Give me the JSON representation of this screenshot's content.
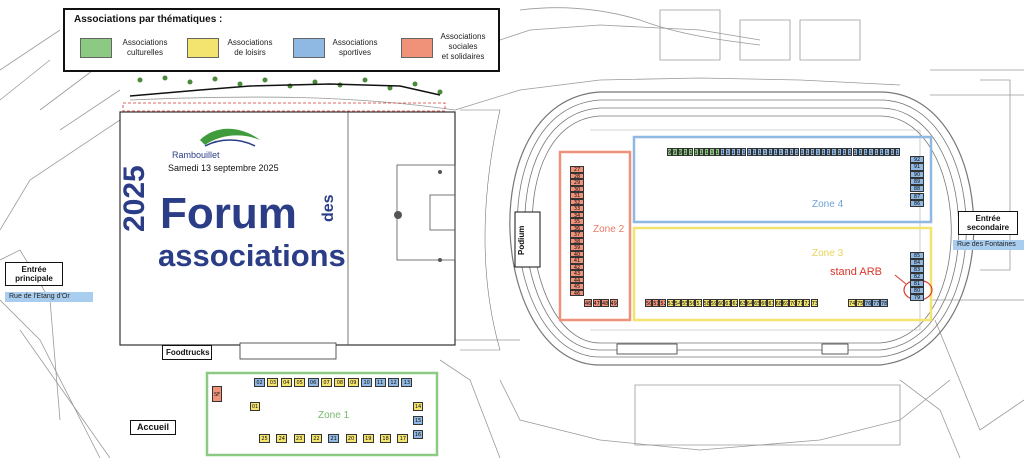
{
  "legend": {
    "title": "Associations par thématiques :",
    "categories": [
      {
        "label_line1": "Associations",
        "label_line2": "culturelles",
        "label_line3": "",
        "color": "#8cc982"
      },
      {
        "label_line1": "Associations",
        "label_line2": "de loisirs",
        "label_line3": "",
        "color": "#f3e36f"
      },
      {
        "label_line1": "Associations",
        "label_line2": "sportives",
        "label_line3": "",
        "color": "#8fb8e3"
      },
      {
        "label_line1": "Associations",
        "label_line2": "sociales",
        "label_line3": "et solidaires",
        "color": "#f0917a"
      }
    ]
  },
  "event": {
    "town": "Rambouillet",
    "date": "Samedi 13 septembre 2025",
    "year": "2025",
    "title_main": "Forum",
    "title_small": "des",
    "title_sub": "associations"
  },
  "labels": {
    "entree_principale_1": "Entrée",
    "entree_principale_2": "principale",
    "entree_secondaire_1": "Entrée",
    "entree_secondaire_2": "secondaire",
    "foodtrucks": "Foodtrucks",
    "accueil": "Accueil",
    "podium": "Podium",
    "stand_arb": "stand ARB",
    "street_left": "Rue de l'Etang d'Or",
    "street_right": "Rue des Fontaines"
  },
  "zones": [
    {
      "name": "Zone 1",
      "color": "#8cc982"
    },
    {
      "name": "Zone 2",
      "color": "#f0917a"
    },
    {
      "name": "Zone 3",
      "color": "#f3e36f"
    },
    {
      "name": "Zone 4",
      "color": "#8fb8e3"
    }
  ],
  "stands": {
    "zone1_top": [
      {
        "n": "02",
        "c": "b"
      },
      {
        "n": "03",
        "c": "y"
      },
      {
        "n": "04",
        "c": "y"
      },
      {
        "n": "05",
        "c": "y"
      },
      {
        "n": "06",
        "c": "b"
      },
      {
        "n": "07",
        "c": "y"
      },
      {
        "n": "08",
        "c": "y"
      },
      {
        "n": "09",
        "c": "y"
      },
      {
        "n": "10",
        "c": "b"
      },
      {
        "n": "11",
        "c": "b"
      },
      {
        "n": "12",
        "c": "b"
      },
      {
        "n": "13",
        "c": "b"
      }
    ],
    "zone1_bottom": [
      {
        "n": "25",
        "c": "y"
      },
      {
        "n": "24",
        "c": "y"
      },
      {
        "n": "23",
        "c": "y"
      },
      {
        "n": "22",
        "c": "y"
      },
      {
        "n": "21",
        "c": "b"
      },
      {
        "n": "20",
        "c": "y"
      },
      {
        "n": "19",
        "c": "y"
      },
      {
        "n": "18",
        "c": "y"
      },
      {
        "n": "17",
        "c": "y"
      }
    ],
    "zone1_extra": [
      {
        "n": "SF",
        "c": "r"
      },
      {
        "n": "01",
        "c": "y"
      },
      {
        "n": "14",
        "c": "y"
      },
      {
        "n": "15",
        "c": "b"
      },
      {
        "n": "16",
        "c": "b"
      }
    ],
    "zone2_col": [
      {
        "n": "27",
        "c": "r"
      },
      {
        "n": "28",
        "c": "r"
      },
      {
        "n": "29",
        "c": "r"
      },
      {
        "n": "30",
        "c": "r"
      },
      {
        "n": "31",
        "c": "r"
      },
      {
        "n": "32",
        "c": "r"
      },
      {
        "n": "33",
        "c": "r"
      },
      {
        "n": "34",
        "c": "r"
      },
      {
        "n": "35",
        "c": "r"
      },
      {
        "n": "36",
        "c": "r"
      },
      {
        "n": "37",
        "c": "r"
      },
      {
        "n": "38",
        "c": "r"
      },
      {
        "n": "39",
        "c": "r"
      },
      {
        "n": "40",
        "c": "r"
      },
      {
        "n": "41",
        "c": "r"
      },
      {
        "n": "42",
        "c": "r"
      },
      {
        "n": "43",
        "c": "r"
      },
      {
        "n": "44",
        "c": "r"
      },
      {
        "n": "45",
        "c": "r"
      },
      {
        "n": "46",
        "c": "r"
      }
    ],
    "zone2_row": [
      {
        "n": "46",
        "c": "r"
      },
      {
        "n": "47",
        "c": "r"
      },
      {
        "n": "48",
        "c": "r"
      },
      {
        "n": "49",
        "c": "r"
      }
    ],
    "zone3_row": [
      {
        "n": "50",
        "c": "r"
      },
      {
        "n": "51",
        "c": "r"
      },
      {
        "n": "52",
        "c": "r"
      },
      {
        "n": "53",
        "c": "y"
      },
      {
        "n": "54",
        "c": "y"
      },
      {
        "n": "55",
        "c": "y"
      },
      {
        "n": "56",
        "c": "y"
      },
      {
        "n": "57",
        "c": "y"
      },
      {
        "n": "58",
        "c": "y"
      },
      {
        "n": "59",
        "c": "y"
      },
      {
        "n": "60",
        "c": "y"
      },
      {
        "n": "61",
        "c": "y"
      },
      {
        "n": "62",
        "c": "y"
      },
      {
        "n": "63",
        "c": "y"
      },
      {
        "n": "64",
        "c": "y"
      },
      {
        "n": "65",
        "c": "y"
      },
      {
        "n": "66",
        "c": "y"
      },
      {
        "n": "67",
        "c": "y"
      },
      {
        "n": "68",
        "c": "y"
      },
      {
        "n": "69",
        "c": "y"
      },
      {
        "n": "70",
        "c": "y"
      },
      {
        "n": "71",
        "c": "y"
      },
      {
        "n": "72",
        "c": "y"
      },
      {
        "n": "73",
        "c": "y"
      },
      {
        "n": "74",
        "c": "y"
      },
      {
        "n": "75",
        "c": "y"
      },
      {
        "n": "76",
        "c": "b"
      },
      {
        "n": "77",
        "c": "b"
      },
      {
        "n": "78",
        "c": "b"
      }
    ],
    "zone3_col": [
      {
        "n": "85",
        "c": "b"
      },
      {
        "n": "84",
        "c": "b"
      },
      {
        "n": "83",
        "c": "b"
      },
      {
        "n": "82",
        "c": "b"
      },
      {
        "n": "81",
        "c": "b"
      },
      {
        "n": "80",
        "c": "b"
      },
      {
        "n": "79",
        "c": "b"
      }
    ],
    "zone4_row": [
      {
        "n": "97",
        "c": "g"
      },
      {
        "n": "98",
        "c": "g"
      },
      {
        "n": "99",
        "c": "g"
      },
      {
        "n": "100",
        "c": "g"
      },
      {
        "n": "101",
        "c": "g"
      },
      {
        "n": "102",
        "c": "g"
      },
      {
        "n": "103",
        "c": "g"
      },
      {
        "n": "104",
        "c": "g"
      },
      {
        "n": "105",
        "c": "g"
      },
      {
        "n": "106",
        "c": "g"
      },
      {
        "n": "107",
        "c": "b"
      },
      {
        "n": "108",
        "c": "b"
      },
      {
        "n": "109",
        "c": "b"
      },
      {
        "n": "110",
        "c": "b"
      },
      {
        "n": "111",
        "c": "b"
      },
      {
        "n": "112",
        "c": "b"
      },
      {
        "n": "113",
        "c": "b"
      },
      {
        "n": "114",
        "c": "b"
      },
      {
        "n": "115",
        "c": "b"
      },
      {
        "n": "116",
        "c": "b"
      },
      {
        "n": "117",
        "c": "b"
      },
      {
        "n": "118",
        "c": "b"
      },
      {
        "n": "119",
        "c": "b"
      },
      {
        "n": "120",
        "c": "b"
      },
      {
        "n": "121",
        "c": "b"
      },
      {
        "n": "122",
        "c": "b"
      },
      {
        "n": "123",
        "c": "b"
      },
      {
        "n": "124",
        "c": "b"
      },
      {
        "n": "125",
        "c": "b"
      },
      {
        "n": "126",
        "c": "b"
      },
      {
        "n": "127",
        "c": "b"
      },
      {
        "n": "128",
        "c": "b"
      },
      {
        "n": "129",
        "c": "b"
      },
      {
        "n": "130",
        "c": "b"
      },
      {
        "n": "131",
        "c": "b"
      },
      {
        "n": "132",
        "c": "b"
      },
      {
        "n": "133",
        "c": "b"
      },
      {
        "n": "134",
        "c": "b"
      },
      {
        "n": "135",
        "c": "b"
      },
      {
        "n": "136",
        "c": "b"
      },
      {
        "n": "137",
        "c": "b"
      },
      {
        "n": "138",
        "c": "b"
      },
      {
        "n": "139",
        "c": "b"
      },
      {
        "n": "140",
        "c": "b"
      }
    ],
    "zone4_col": [
      {
        "n": "92",
        "c": "b"
      },
      {
        "n": "91",
        "c": "b"
      },
      {
        "n": "90",
        "c": "b"
      },
      {
        "n": "89",
        "c": "b"
      },
      {
        "n": "88",
        "c": "b"
      },
      {
        "n": "87",
        "c": "b"
      },
      {
        "n": "86",
        "c": "b"
      }
    ]
  },
  "colors": {
    "g": "#8cc982",
    "y": "#f3e36f",
    "b": "#8fb8e3",
    "r": "#f0917a",
    "ink": "#111111",
    "plan_line": "#8a8a8a",
    "title_blue": "#2a3d86",
    "logo_green": "#3f9b3c"
  }
}
